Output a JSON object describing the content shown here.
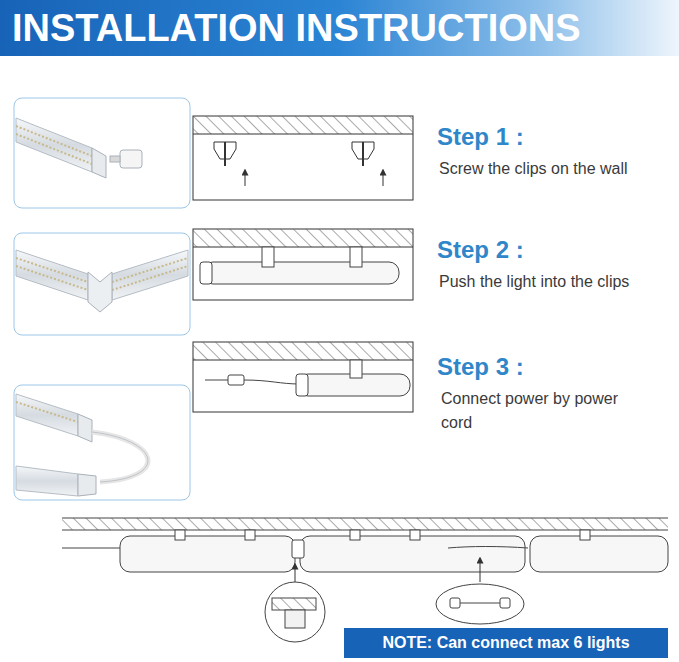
{
  "diagram": {
    "title": "INSTALLATION INSTRUCTIONS",
    "nodes": [
      {
        "text": [
          "NOTE: Can connect max 6 lights"
        ]
      }
    ],
    "labels": [
      "Step 1 :",
      "Screw the clips on the wall",
      "Step 2 :",
      "Push the light into the clips",
      "Step 3 :",
      "Connect power by power cord"
    ]
  }
}
